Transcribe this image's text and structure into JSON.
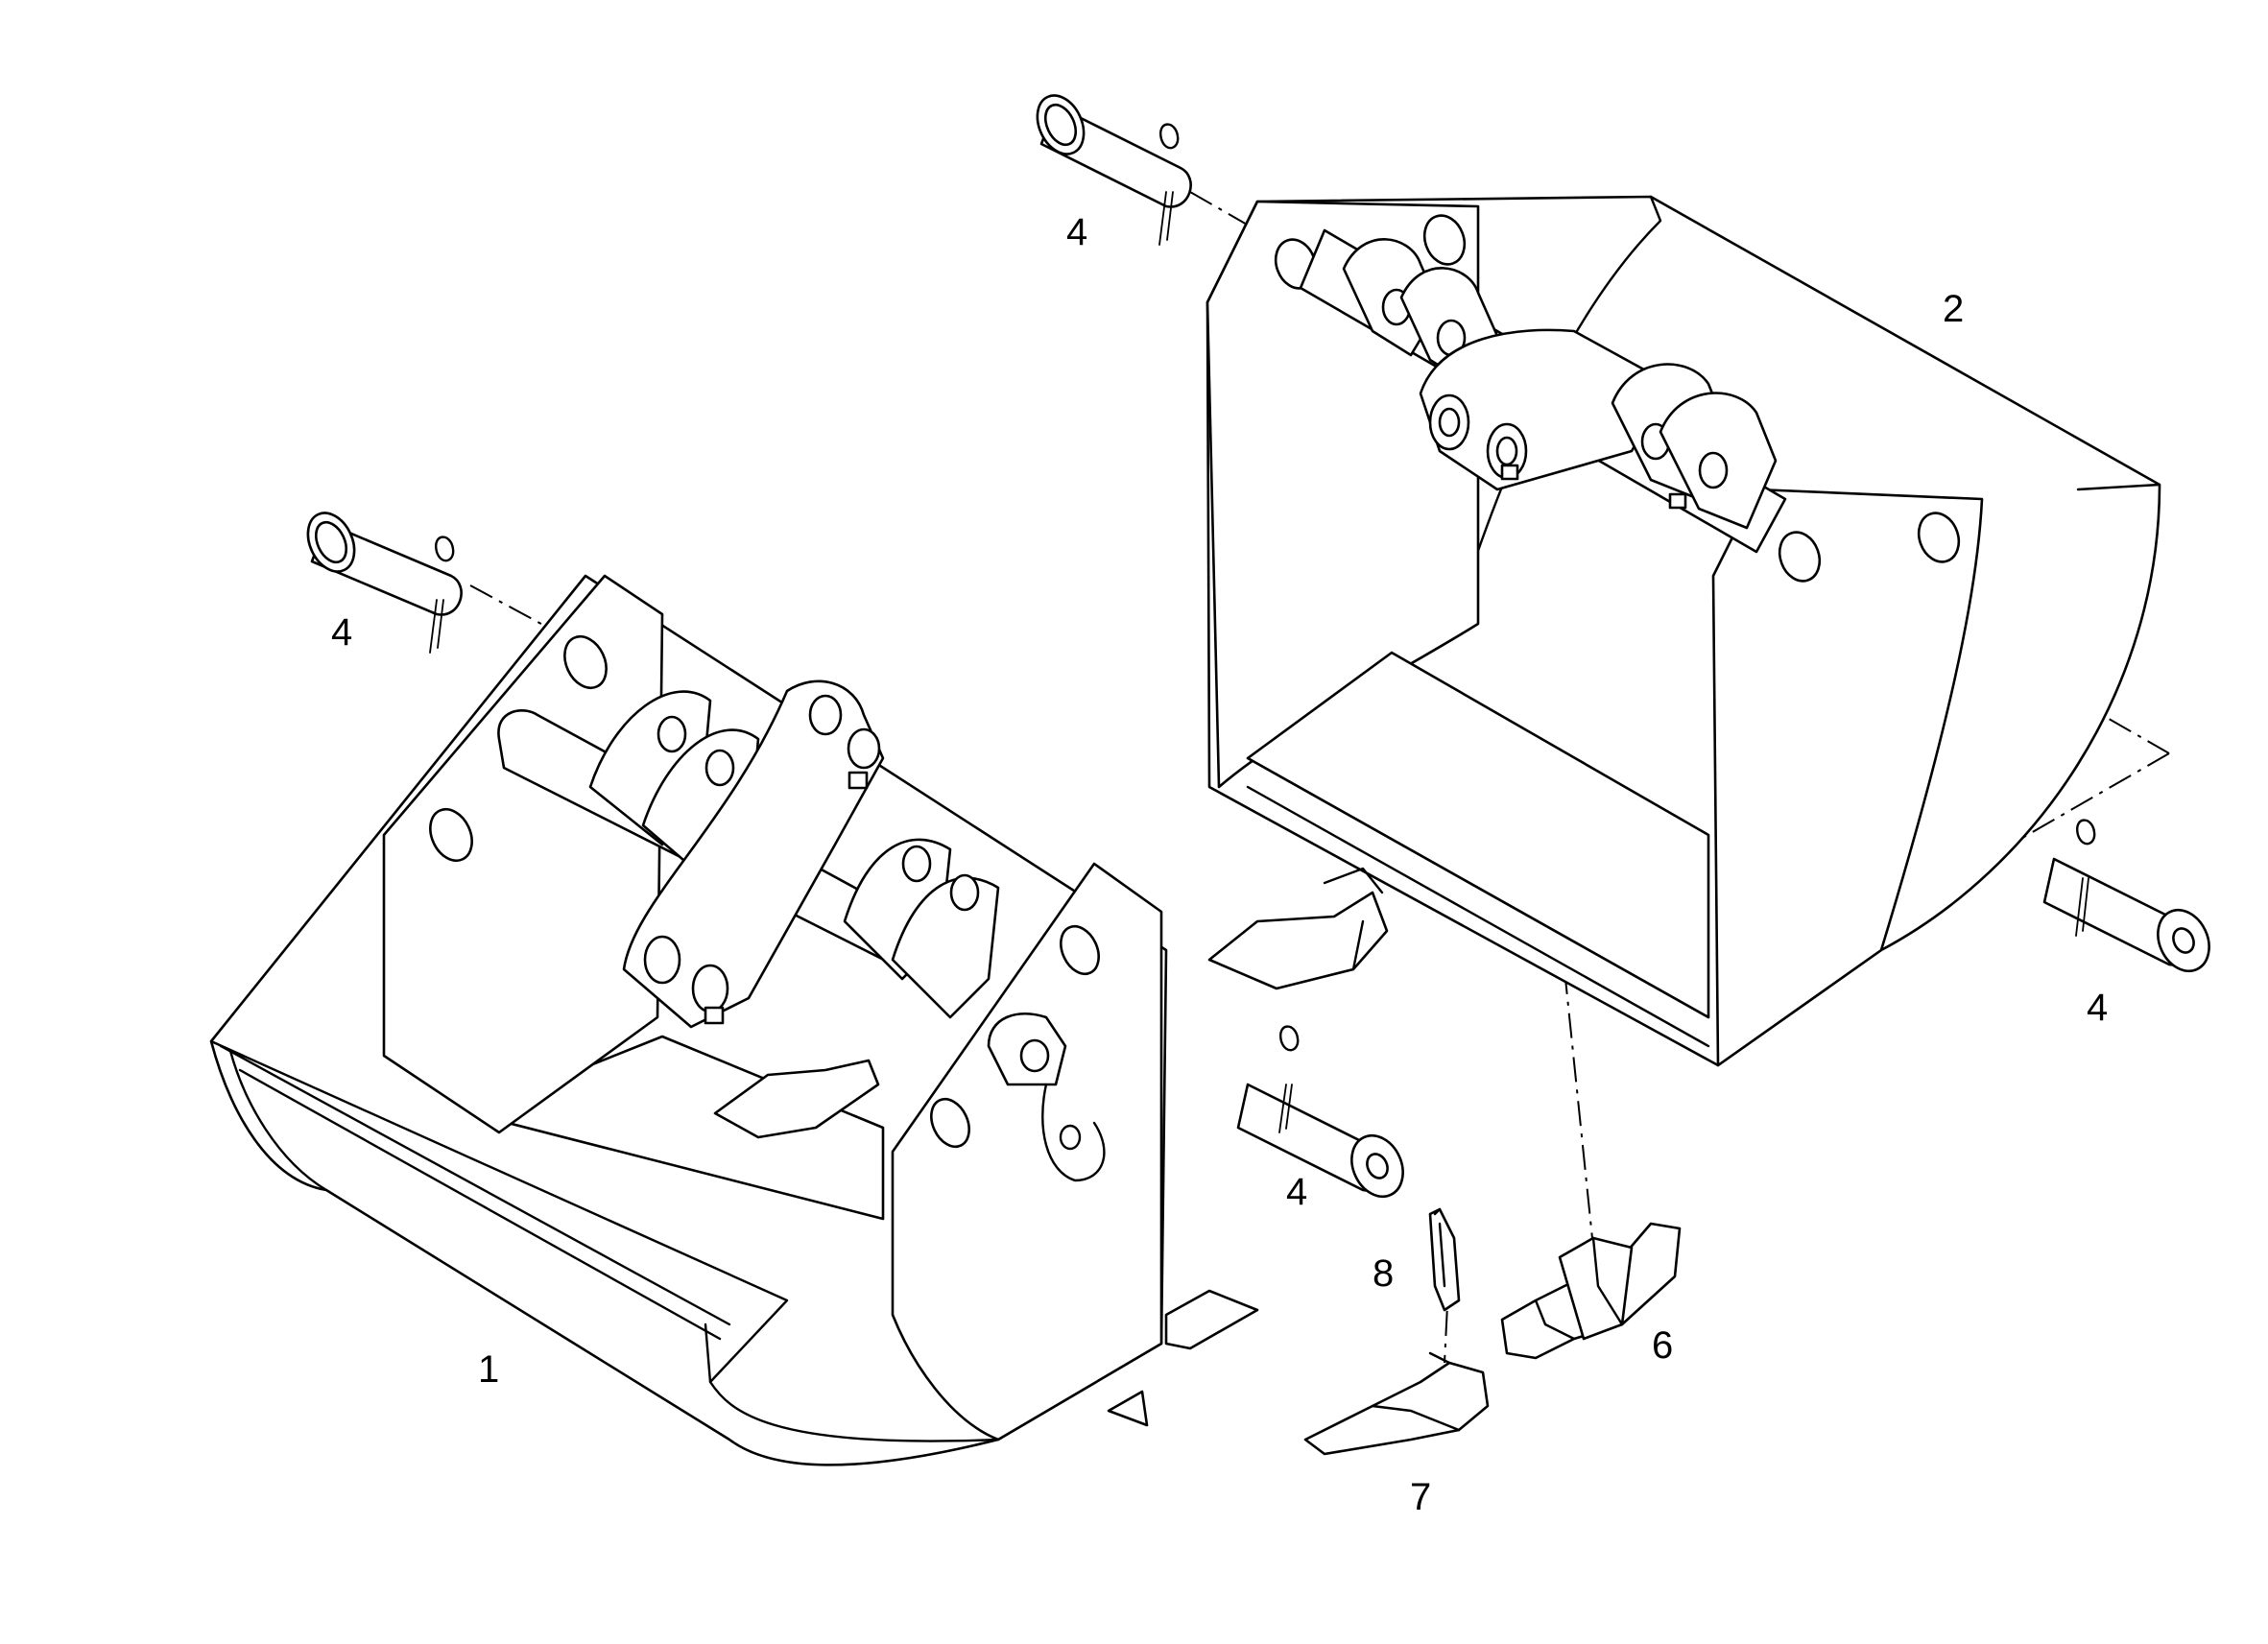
{
  "callouts": {
    "bucket_1": "1",
    "bucket_2": "2",
    "pin_a": "4",
    "pin_b": "4",
    "pin_c": "4",
    "pin_d": "4",
    "tooth_adapter": "6",
    "tooth_tip": "7",
    "retainer_pin": "8"
  },
  "colors": {
    "line": "#000000",
    "background": "#ffffff"
  }
}
